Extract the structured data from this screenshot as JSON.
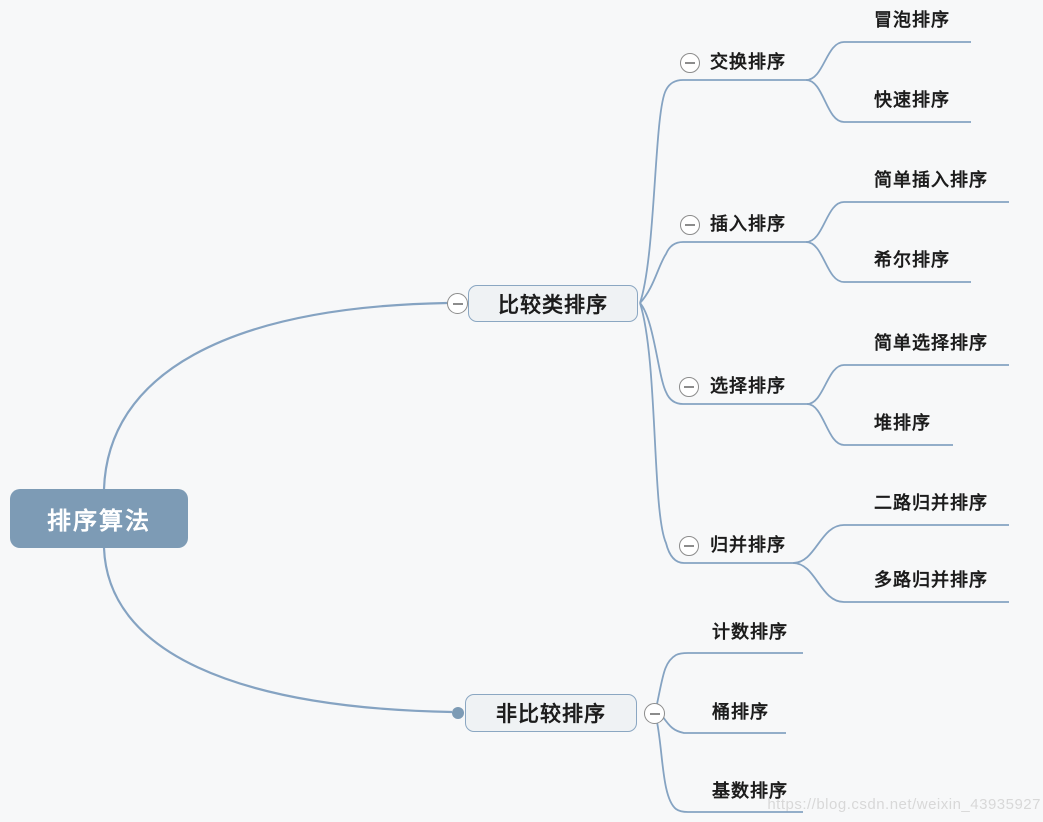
{
  "watermark": "https://blog.csdn.net/weixin_43935927",
  "root": {
    "label": "排序算法"
  },
  "branches": [
    {
      "label": "比较类排序",
      "children": [
        {
          "label": "交换排序",
          "children": [
            {
              "label": "冒泡排序"
            },
            {
              "label": "快速排序"
            }
          ]
        },
        {
          "label": "插入排序",
          "children": [
            {
              "label": "简单插入排序"
            },
            {
              "label": "希尔排序"
            }
          ]
        },
        {
          "label": "选择排序",
          "children": [
            {
              "label": "简单选择排序"
            },
            {
              "label": "堆排序"
            }
          ]
        },
        {
          "label": "归并排序",
          "children": [
            {
              "label": "二路归并排序"
            },
            {
              "label": "多路归并排序"
            }
          ]
        }
      ]
    },
    {
      "label": "非比较排序",
      "children": [
        {
          "label": "计数排序"
        },
        {
          "label": "桶排序"
        },
        {
          "label": "基数排序"
        }
      ]
    }
  ],
  "icons": {
    "collapse": "minus-circle-icon",
    "terminal": "dot-icon"
  },
  "colors": {
    "bg": "#f7f8f9",
    "root_fill": "#7d9bb5",
    "line": "#85a3c2",
    "box_fill": "#eff2f4",
    "box_border": "#8ba7c2",
    "text": "#1c1c1c",
    "icon_gray": "#8c8c8c",
    "watermark": "#d8d8d8",
    "root_text": "#ffffff"
  }
}
